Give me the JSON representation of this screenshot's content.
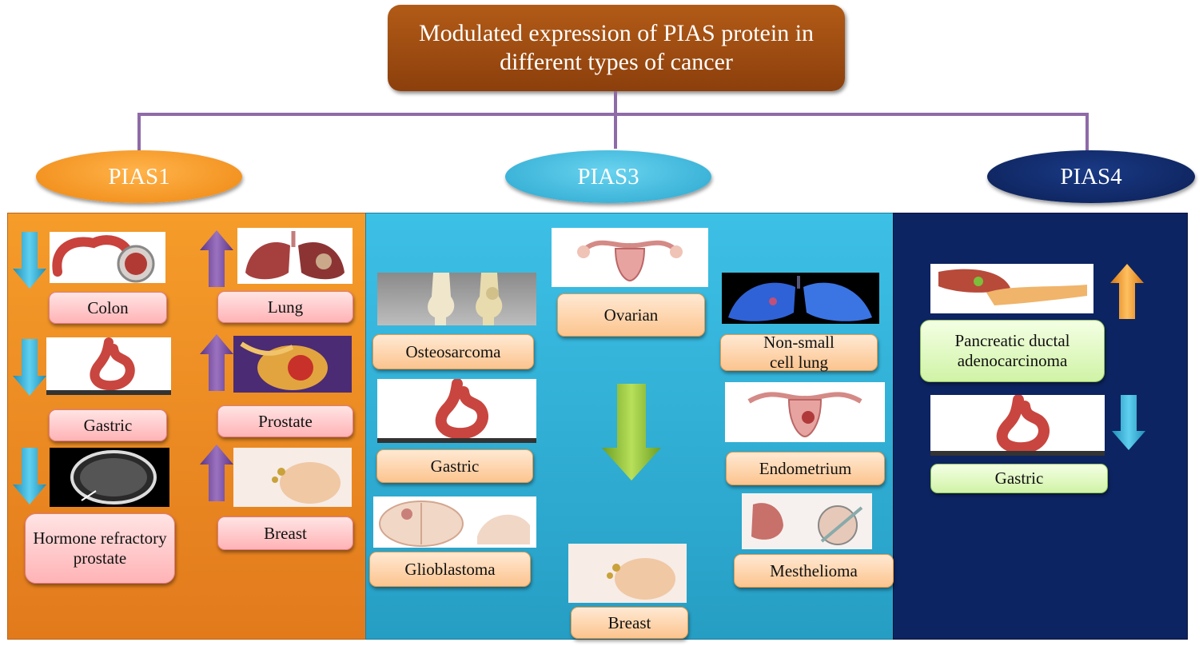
{
  "title": "Modulated expression of PIAS protein in different types of cancer",
  "groups": {
    "pias1": {
      "name": "PIAS1",
      "color": "#f39a22",
      "down": [
        "Colon",
        "Gastric",
        "Hormone refractory prostate"
      ],
      "up": [
        "Lung",
        "Prostate",
        "Breast"
      ]
    },
    "pias3": {
      "name": "PIAS3",
      "color": "#3bbbe0",
      "items": [
        "Ovarian",
        "Osteosarcoma",
        "Non-small cell lung",
        "Gastric",
        "Endometrium",
        "Glioblastoma",
        "Mesthelioma",
        "Breast"
      ],
      "direction": "down"
    },
    "pias4": {
      "name": "PIAS4",
      "color": "#0d2462",
      "up": [
        "Pancreatic ductal adenocarcinoma"
      ],
      "down": [
        "Gastric"
      ]
    }
  },
  "colors": {
    "arrow_down": "#29a8cf",
    "arrow_up": "#7a4fa0",
    "arrow_up_pias4": "#f39a22",
    "arrow_pias3": "#8cc63f"
  }
}
